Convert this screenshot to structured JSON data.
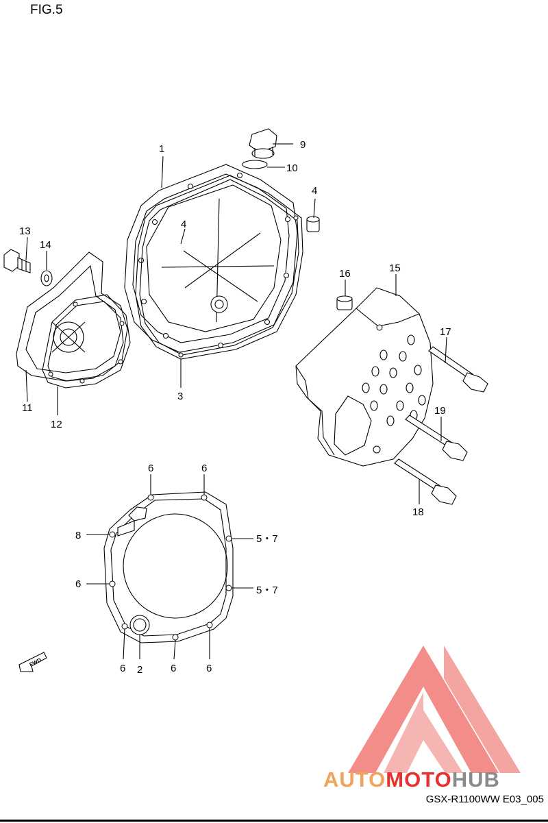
{
  "figure": {
    "title": "FIG.5",
    "diagram_code": "GSX-R1100WW  E03_005"
  },
  "fwd_label": "FWD",
  "watermark": {
    "part1": "AUTO",
    "part2": "MOTO",
    "part3": "HUB",
    "color_red": "#e8302c",
    "color_orange": "#f0a35a",
    "color_grey": "#8a8a8a"
  },
  "callouts": {
    "p1": "1",
    "p2": "2",
    "p3": "3",
    "p4a": "4",
    "p4b": "4",
    "p5_7a": "5・7",
    "p5_7b": "5・7",
    "p6a": "6",
    "p6b": "6",
    "p6c": "6",
    "p6d": "6",
    "p6e": "6",
    "p6f": "6",
    "p8": "8",
    "p9": "9",
    "p10": "10",
    "p11": "11",
    "p12": "12",
    "p13": "13",
    "p14": "14",
    "p15": "15",
    "p16": "16",
    "p17": "17",
    "p18": "18",
    "p19": "19"
  }
}
